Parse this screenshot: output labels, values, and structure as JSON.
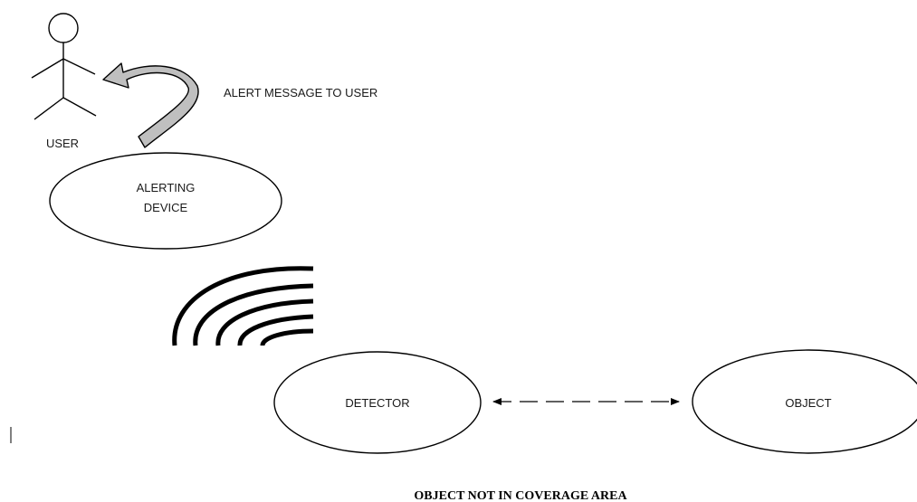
{
  "diagram": {
    "user": {
      "label": "USER",
      "icon": "stick-figure-icon"
    },
    "alert_message": {
      "label": "ALERT MESSAGE TO USER",
      "icon": "curved-arrow-icon"
    },
    "alerting_device": {
      "label_line1": "ALERTING",
      "label_line2": "DEVICE"
    },
    "signal": {
      "icon": "wireless-signal-icon"
    },
    "detector": {
      "label": "DETECTOR"
    },
    "object": {
      "label": "OBJECT"
    },
    "link": {
      "style": "dashed-bidirectional"
    },
    "caption": "OBJECT NOT IN COVERAGE AREA"
  },
  "colors": {
    "stroke": "#000000",
    "arrow_fill": "#bfbfbf",
    "background": "#ffffff"
  }
}
